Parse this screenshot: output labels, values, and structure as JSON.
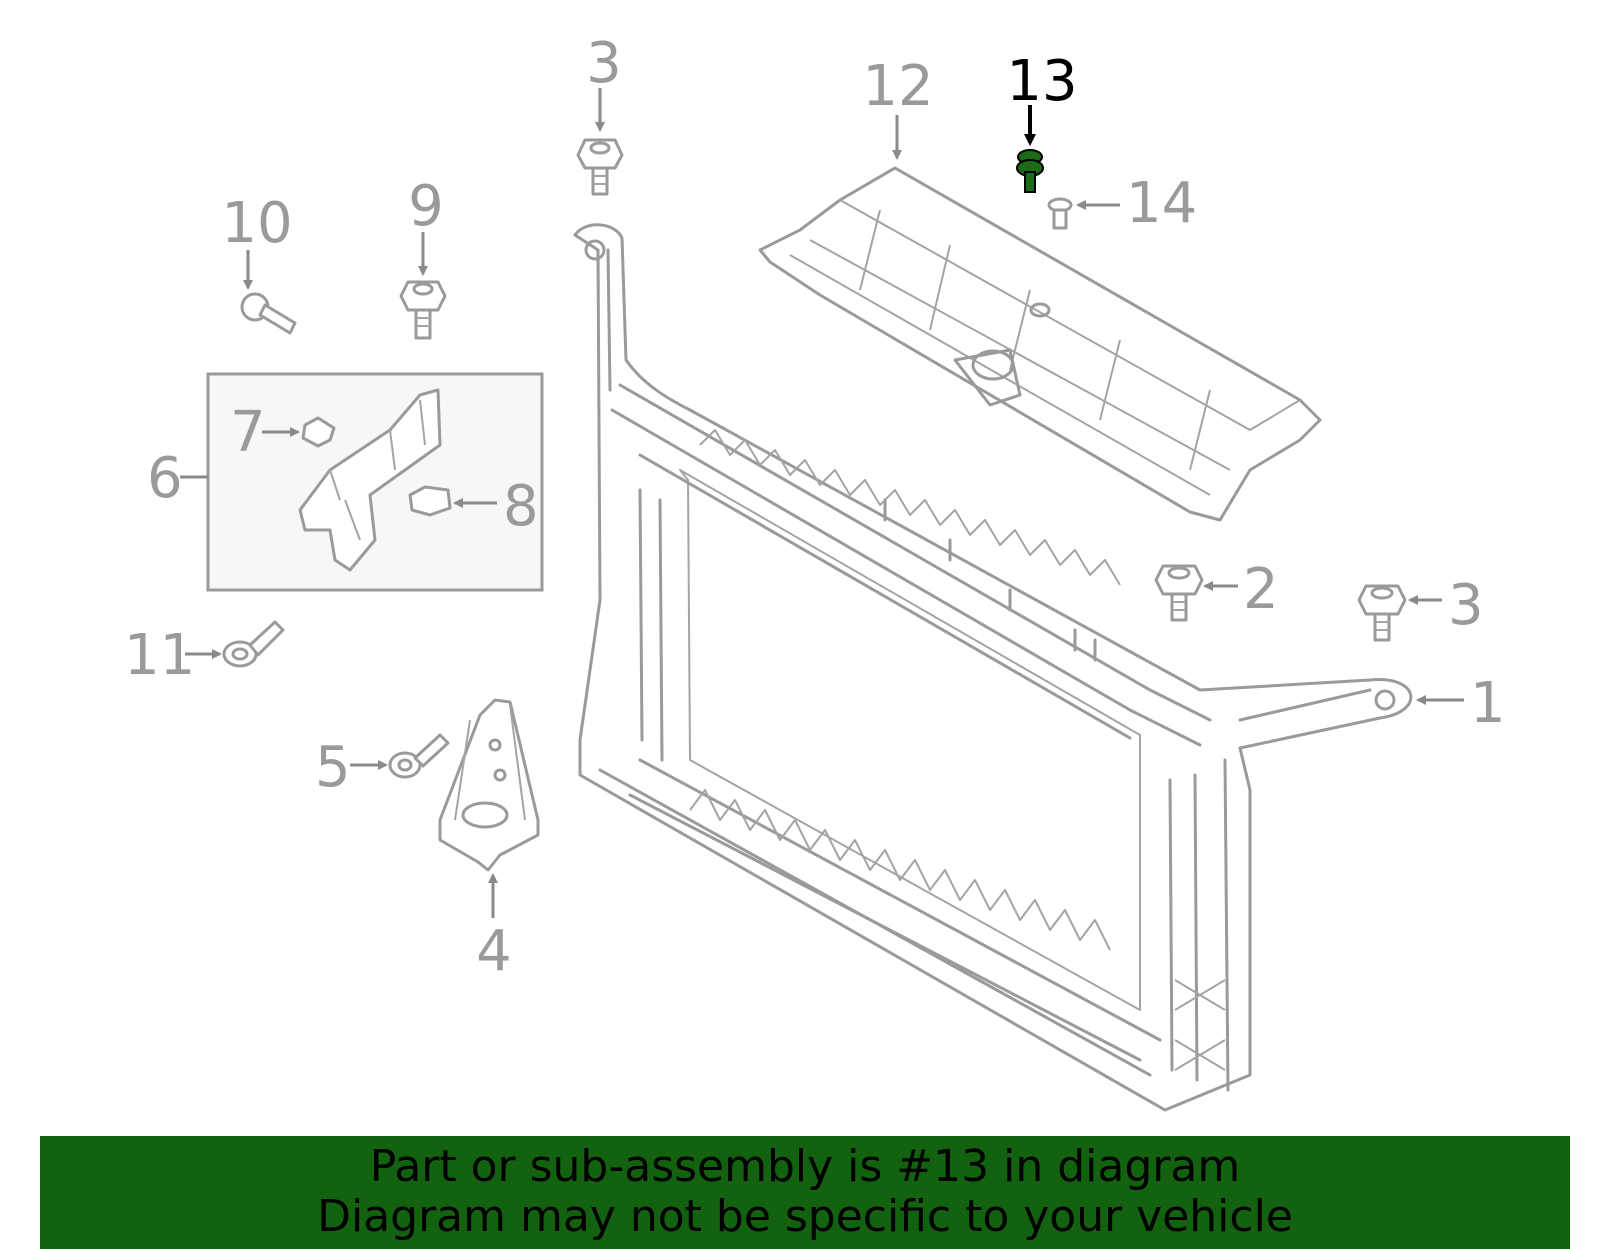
{
  "diagram": {
    "callouts": {
      "c1": "1",
      "c2": "2",
      "c3a": "3",
      "c3b": "3",
      "c4": "4",
      "c5": "5",
      "c6": "6",
      "c7": "7",
      "c8": "8",
      "c9": "9",
      "c10": "10",
      "c11": "11",
      "c12": "12",
      "c13": "13",
      "c14": "14"
    },
    "highlighted_part": "13",
    "colors": {
      "line_art": "#9a9a9a",
      "highlight_part": "#1c6b16",
      "highlight_label": "#000000",
      "banner_bg": "#12620f",
      "banner_text": "#000000"
    }
  },
  "banner": {
    "line1": "Part or sub-assembly is #13 in diagram",
    "line2": "Diagram may not be specific to your vehicle"
  }
}
